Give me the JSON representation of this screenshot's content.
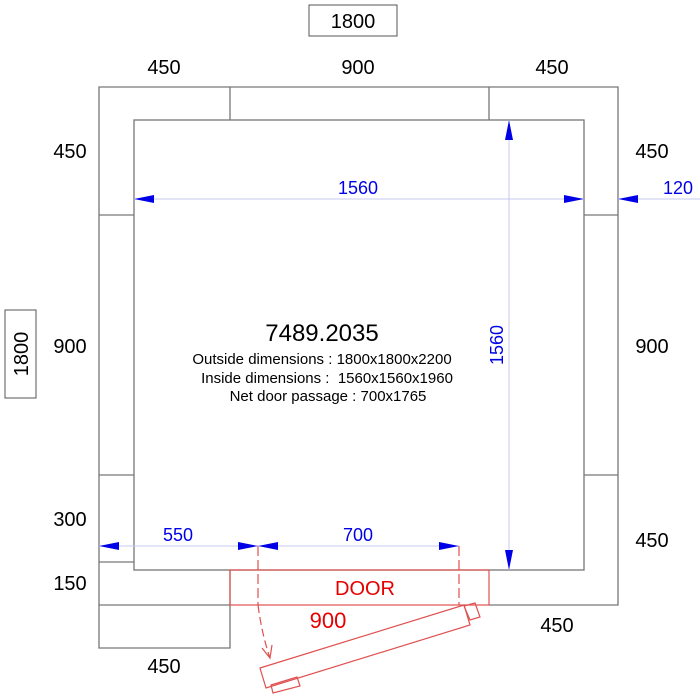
{
  "overall": {
    "width": "1800",
    "depth": "1800"
  },
  "top_panels": [
    "450",
    "900",
    "450"
  ],
  "left_panels": [
    "450",
    "900",
    "300",
    "150"
  ],
  "right_panels": [
    "450",
    "900",
    "450",
    "120"
  ],
  "bottom_panels": {
    "left": "450",
    "right": "450"
  },
  "inside": {
    "width": "1560",
    "depth": "1560"
  },
  "door_dims": {
    "offset": "550",
    "passage": "700",
    "panel": "900",
    "label": "DOOR"
  },
  "info": {
    "model": "7489.2035",
    "outside": "Outside dimensions : 1800x1800x2200",
    "inside": "Inside dimensions :  1560x1560x1960",
    "door": "Net door passage : 700x1765"
  },
  "colors": {
    "dimension": "#0000e6",
    "door": "#e60000",
    "wall": "#777777"
  }
}
